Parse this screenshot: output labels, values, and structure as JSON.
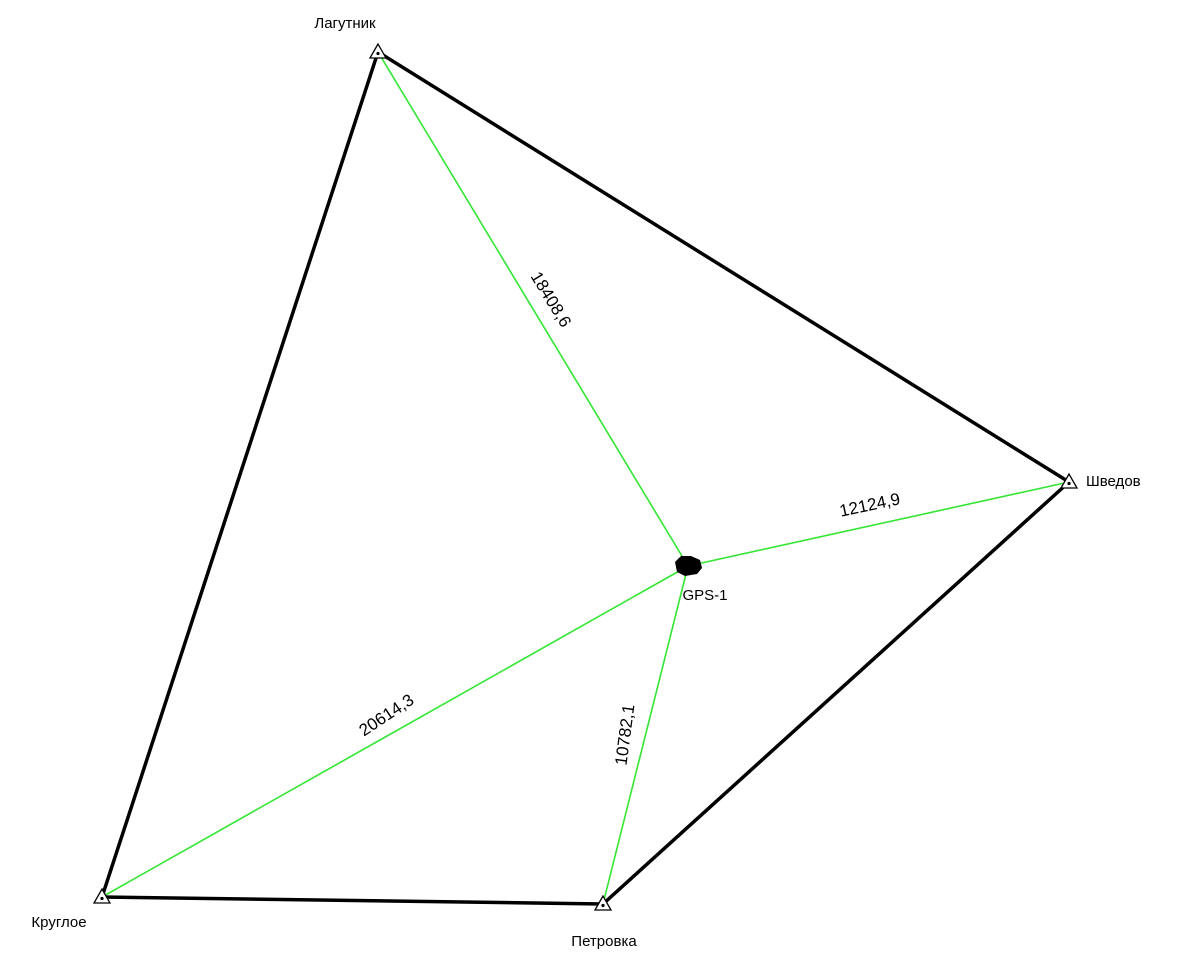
{
  "colors": {
    "background": "#ffffff",
    "frame_line": "#000000",
    "gps_line": "#33e633",
    "text": "#000000",
    "gps_point": "#000000"
  },
  "stations": [
    {
      "id": "lagutnik",
      "name": "Лагутник",
      "marker": "triangle-station-icon"
    },
    {
      "id": "shvedov",
      "name": "Шведов",
      "marker": "triangle-station-icon"
    },
    {
      "id": "petrovka",
      "name": "Петровка",
      "marker": "triangle-station-icon"
    },
    {
      "id": "krugloe",
      "name": "Круглое",
      "marker": "triangle-station-icon"
    }
  ],
  "gps_point": {
    "id": "gps1",
    "name": "GPS-1",
    "marker": "filled-point-icon"
  },
  "frame_edges": [
    {
      "from": "lagutnik",
      "to": "shvedov"
    },
    {
      "from": "shvedov",
      "to": "petrovka"
    },
    {
      "from": "petrovka",
      "to": "krugloe"
    },
    {
      "from": "krugloe",
      "to": "lagutnik"
    }
  ],
  "gps_edges": [
    {
      "from": "lagutnik",
      "to": "gps1",
      "distance": "18408,6"
    },
    {
      "from": "shvedov",
      "to": "gps1",
      "distance": "12124,9"
    },
    {
      "from": "krugloe",
      "to": "gps1",
      "distance": "20614,3"
    },
    {
      "from": "petrovka",
      "to": "gps1",
      "distance": "10782,1"
    }
  ]
}
